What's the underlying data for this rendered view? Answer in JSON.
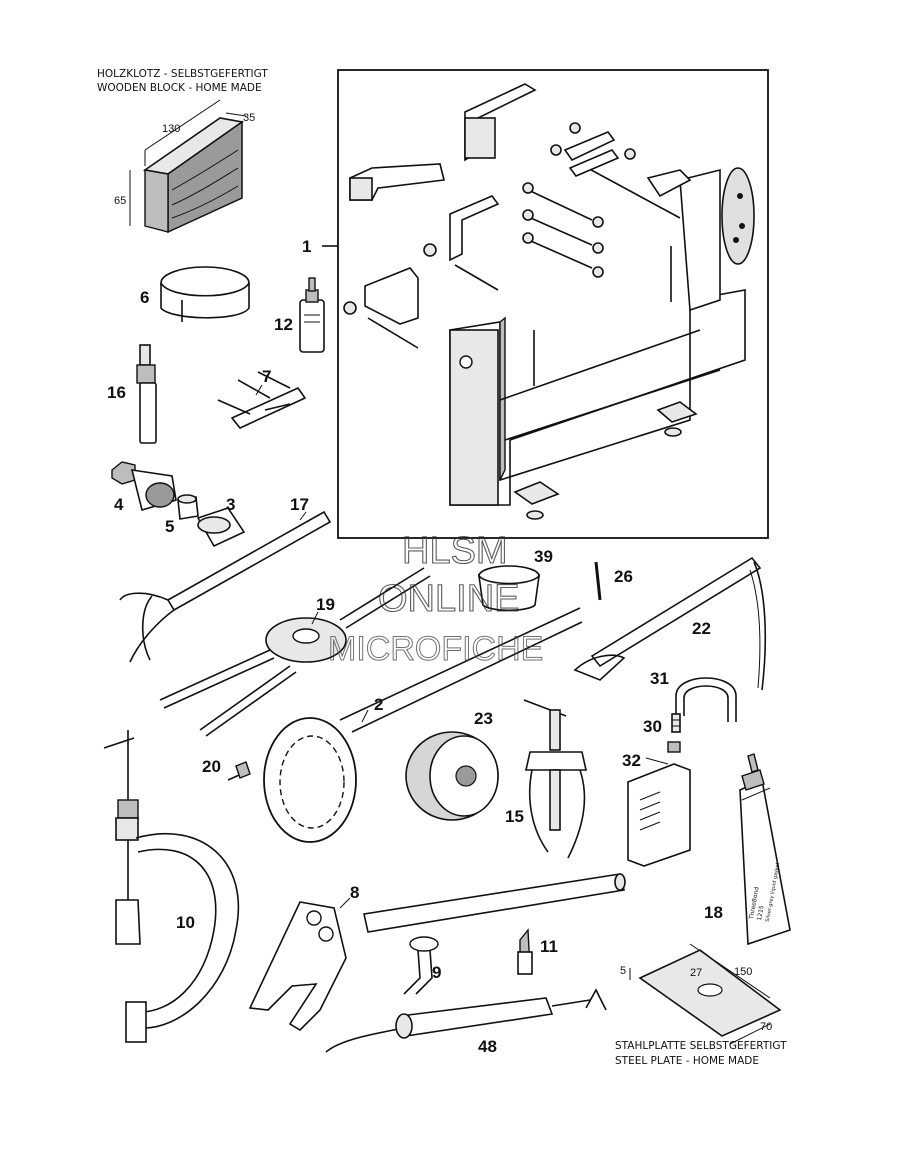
{
  "captions": {
    "wooden_block_de": "HOLZKLOTZ - SELBSTGEFERTIGT",
    "wooden_block_en": "WOODEN BLOCK - HOME MADE",
    "steel_plate_de": "STAHLPLATTE   SELBSTGEFERTIGT",
    "steel_plate_en": "STEEL PLATE - HOME MADE"
  },
  "dimensions": {
    "block_length": "130",
    "block_depth": "35",
    "block_height": "65",
    "plate_thickness": "5",
    "plate_hole": "27",
    "plate_length": "150",
    "plate_width": "70"
  },
  "watermark": {
    "line1": "HLSM",
    "line2": "ONLINE",
    "line3": "MICROFICHE"
  },
  "tube_label": {
    "brand": "ThreeBond",
    "code": "1215",
    "text": "Silver-grey liquid gasket"
  },
  "callouts": {
    "c1": "1",
    "c2": "2",
    "c3": "3",
    "c4": "4",
    "c5": "5",
    "c6": "6",
    "c7": "7",
    "c8": "8",
    "c9": "9",
    "c10": "10",
    "c11": "11",
    "c12": "12",
    "c15": "15",
    "c16": "16",
    "c17": "17",
    "c18": "18",
    "c19": "19",
    "c20": "20",
    "c22": "22",
    "c23": "23",
    "c26": "26",
    "c30": "30",
    "c31": "31",
    "c32": "32",
    "c39": "39",
    "c48": "48"
  }
}
